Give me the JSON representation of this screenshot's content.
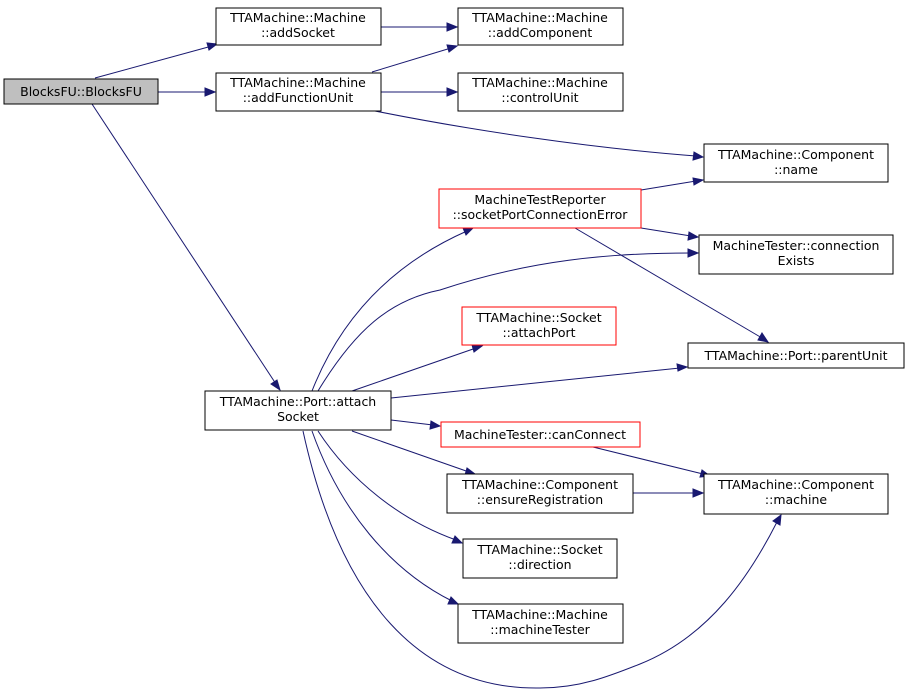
{
  "colors": {
    "edge": "#191970",
    "root_fill": "#bfbfbf",
    "red_border": "#ff0000",
    "black_border": "#000000"
  },
  "nodes": [
    {
      "id": "blocksfu",
      "lines": [
        "BlocksFU::BlocksFU"
      ]
    },
    {
      "id": "addsocket",
      "lines": [
        "TTAMachine::Machine",
        "::addSocket"
      ]
    },
    {
      "id": "addcomponent",
      "lines": [
        "TTAMachine::Machine",
        "::addComponent"
      ]
    },
    {
      "id": "addfunctionunit",
      "lines": [
        "TTAMachine::Machine",
        "::addFunctionUnit"
      ]
    },
    {
      "id": "controlunit",
      "lines": [
        "TTAMachine::Machine",
        "::controlUnit"
      ]
    },
    {
      "id": "component-name",
      "lines": [
        "TTAMachine::Component",
        "::name"
      ]
    },
    {
      "id": "socketportconnectionerror",
      "lines": [
        "MachineTestReporter",
        "::socketPortConnectionError"
      ]
    },
    {
      "id": "connectionexists",
      "lines": [
        "MachineTester::connection",
        "Exists"
      ]
    },
    {
      "id": "socket-attachport",
      "lines": [
        "TTAMachine::Socket",
        "::attachPort"
      ]
    },
    {
      "id": "port-parentunit",
      "lines": [
        "TTAMachine::Port::parentUnit"
      ]
    },
    {
      "id": "port-attachsocket",
      "lines": [
        "TTAMachine::Port::attach",
        "Socket"
      ]
    },
    {
      "id": "canconnect",
      "lines": [
        "MachineTester::canConnect"
      ]
    },
    {
      "id": "ensureregistration",
      "lines": [
        "TTAMachine::Component",
        "::ensureRegistration"
      ]
    },
    {
      "id": "component-machine",
      "lines": [
        "TTAMachine::Component",
        "::machine"
      ]
    },
    {
      "id": "socket-direction",
      "lines": [
        "TTAMachine::Socket",
        "::direction"
      ]
    },
    {
      "id": "machinetester",
      "lines": [
        "TTAMachine::Machine",
        "::machineTester"
      ]
    }
  ]
}
